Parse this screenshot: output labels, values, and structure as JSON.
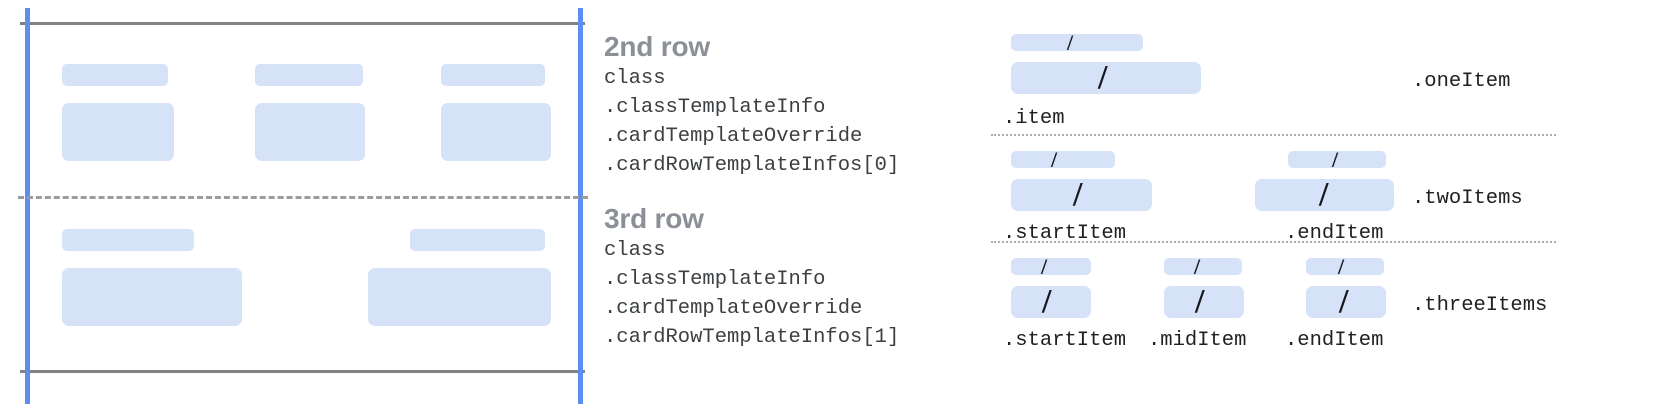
{
  "colors": {
    "placeholder_fill": "#d6e2f8",
    "guide_blue": "#5c8ef0",
    "rule_gray": "#808285",
    "dash_gray": "#9a9ca0",
    "dotted_gray": "#aaacae",
    "heading_gray": "#8b9097",
    "code_text": "#3c4043",
    "label_text": "#202124",
    "background": "#ffffff"
  },
  "left_panel": {
    "name": "card-template-preview",
    "rows": [
      {
        "index": 0,
        "cells": [
          {
            "label_bar": true,
            "body_block": true
          },
          {
            "label_bar": true,
            "body_block": true
          },
          {
            "label_bar": true,
            "body_block": true
          }
        ]
      },
      {
        "index": 1,
        "cells": [
          {
            "label_bar": true,
            "body_block": true
          },
          {
            "label_bar": true,
            "body_block": true
          }
        ]
      }
    ]
  },
  "middle_panel": {
    "groups": [
      {
        "title": "2nd row",
        "code_lines": [
          "class",
          ".classTemplateInfo",
          ".cardTemplateOverride",
          ".cardRowTemplateInfos[0]"
        ]
      },
      {
        "title": "3rd row",
        "code_lines": [
          "class",
          ".classTemplateInfo",
          ".cardTemplateOverride",
          ".cardRowTemplateInfos[1]"
        ]
      }
    ]
  },
  "right_panel": {
    "variants": [
      {
        "name": "one-item",
        "type_label": ".oneItem",
        "items": [
          {
            "caption": ".item",
            "slash": "/"
          }
        ]
      },
      {
        "name": "two-items",
        "type_label": ".twoItems",
        "items": [
          {
            "caption": ".startItem",
            "slash": "/"
          },
          {
            "caption": ".endItem",
            "slash": "/"
          }
        ]
      },
      {
        "name": "three-items",
        "type_label": ".threeItems",
        "items": [
          {
            "caption": ".startItem",
            "slash": "/"
          },
          {
            "caption": ".midItem",
            "slash": "/"
          },
          {
            "caption": ".endItem",
            "slash": "/"
          }
        ]
      }
    ]
  }
}
